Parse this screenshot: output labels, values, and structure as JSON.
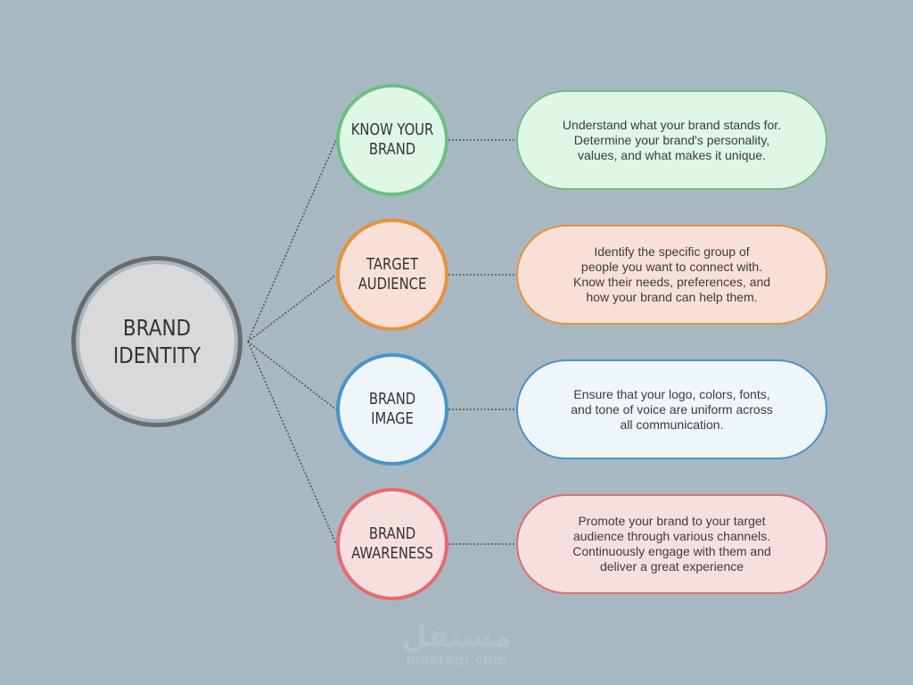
{
  "diagram": {
    "central": {
      "label": "BRAND\nIDENTITY",
      "border_color": "#6b6b6b",
      "fill_color": "#d9d9d9"
    },
    "branches": [
      {
        "id": "know-your-brand",
        "label": "KNOW YOUR\nBRAND",
        "border_color": "#6dbf82",
        "fill_color": "#dff7e6",
        "description": "Understand what your brand stands for.\nDetermine your brand's personality,\nvalues, and what makes it unique."
      },
      {
        "id": "target-audience",
        "label": "TARGET\nAUDIENCE",
        "border_color": "#e8913f",
        "fill_color": "#f8e0d6",
        "description": "Identify the specific group of\npeople you want to connect with.\nKnow their needs, preferences, and\nhow your brand can help them."
      },
      {
        "id": "brand-image",
        "label": "BRAND\nIMAGE",
        "border_color": "#4a94c9",
        "fill_color": "#eef6f9",
        "description": "Ensure that your logo, colors, fonts,\nand tone of voice are uniform across\nall communication."
      },
      {
        "id": "brand-awareness",
        "label": "BRAND\nAWARENESS",
        "border_color": "#e66b6b",
        "fill_color": "#f7dfe0",
        "description": "Promote your brand to your target\naudience through various channels.\nContinuously engage with them and\ndeliver a great experience"
      }
    ],
    "connector_color": "#555555"
  },
  "watermark": {
    "arabic": "مستقل",
    "latin": "mostaql.com"
  }
}
